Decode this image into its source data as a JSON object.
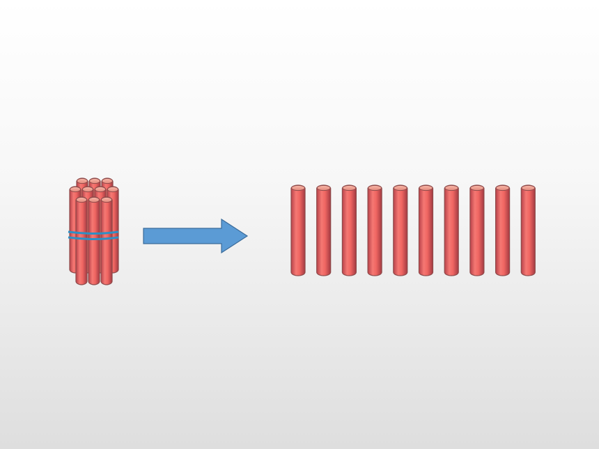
{
  "diagram": {
    "bundle": {
      "stick_count": 10,
      "bands": 2,
      "band_color": "#2f8fc4"
    },
    "arrow": {
      "direction": "right",
      "fill": "#5b9bd5",
      "stroke": "#3a6b9a"
    },
    "loose_sticks": {
      "count": 10,
      "color": "#f06a66"
    }
  }
}
